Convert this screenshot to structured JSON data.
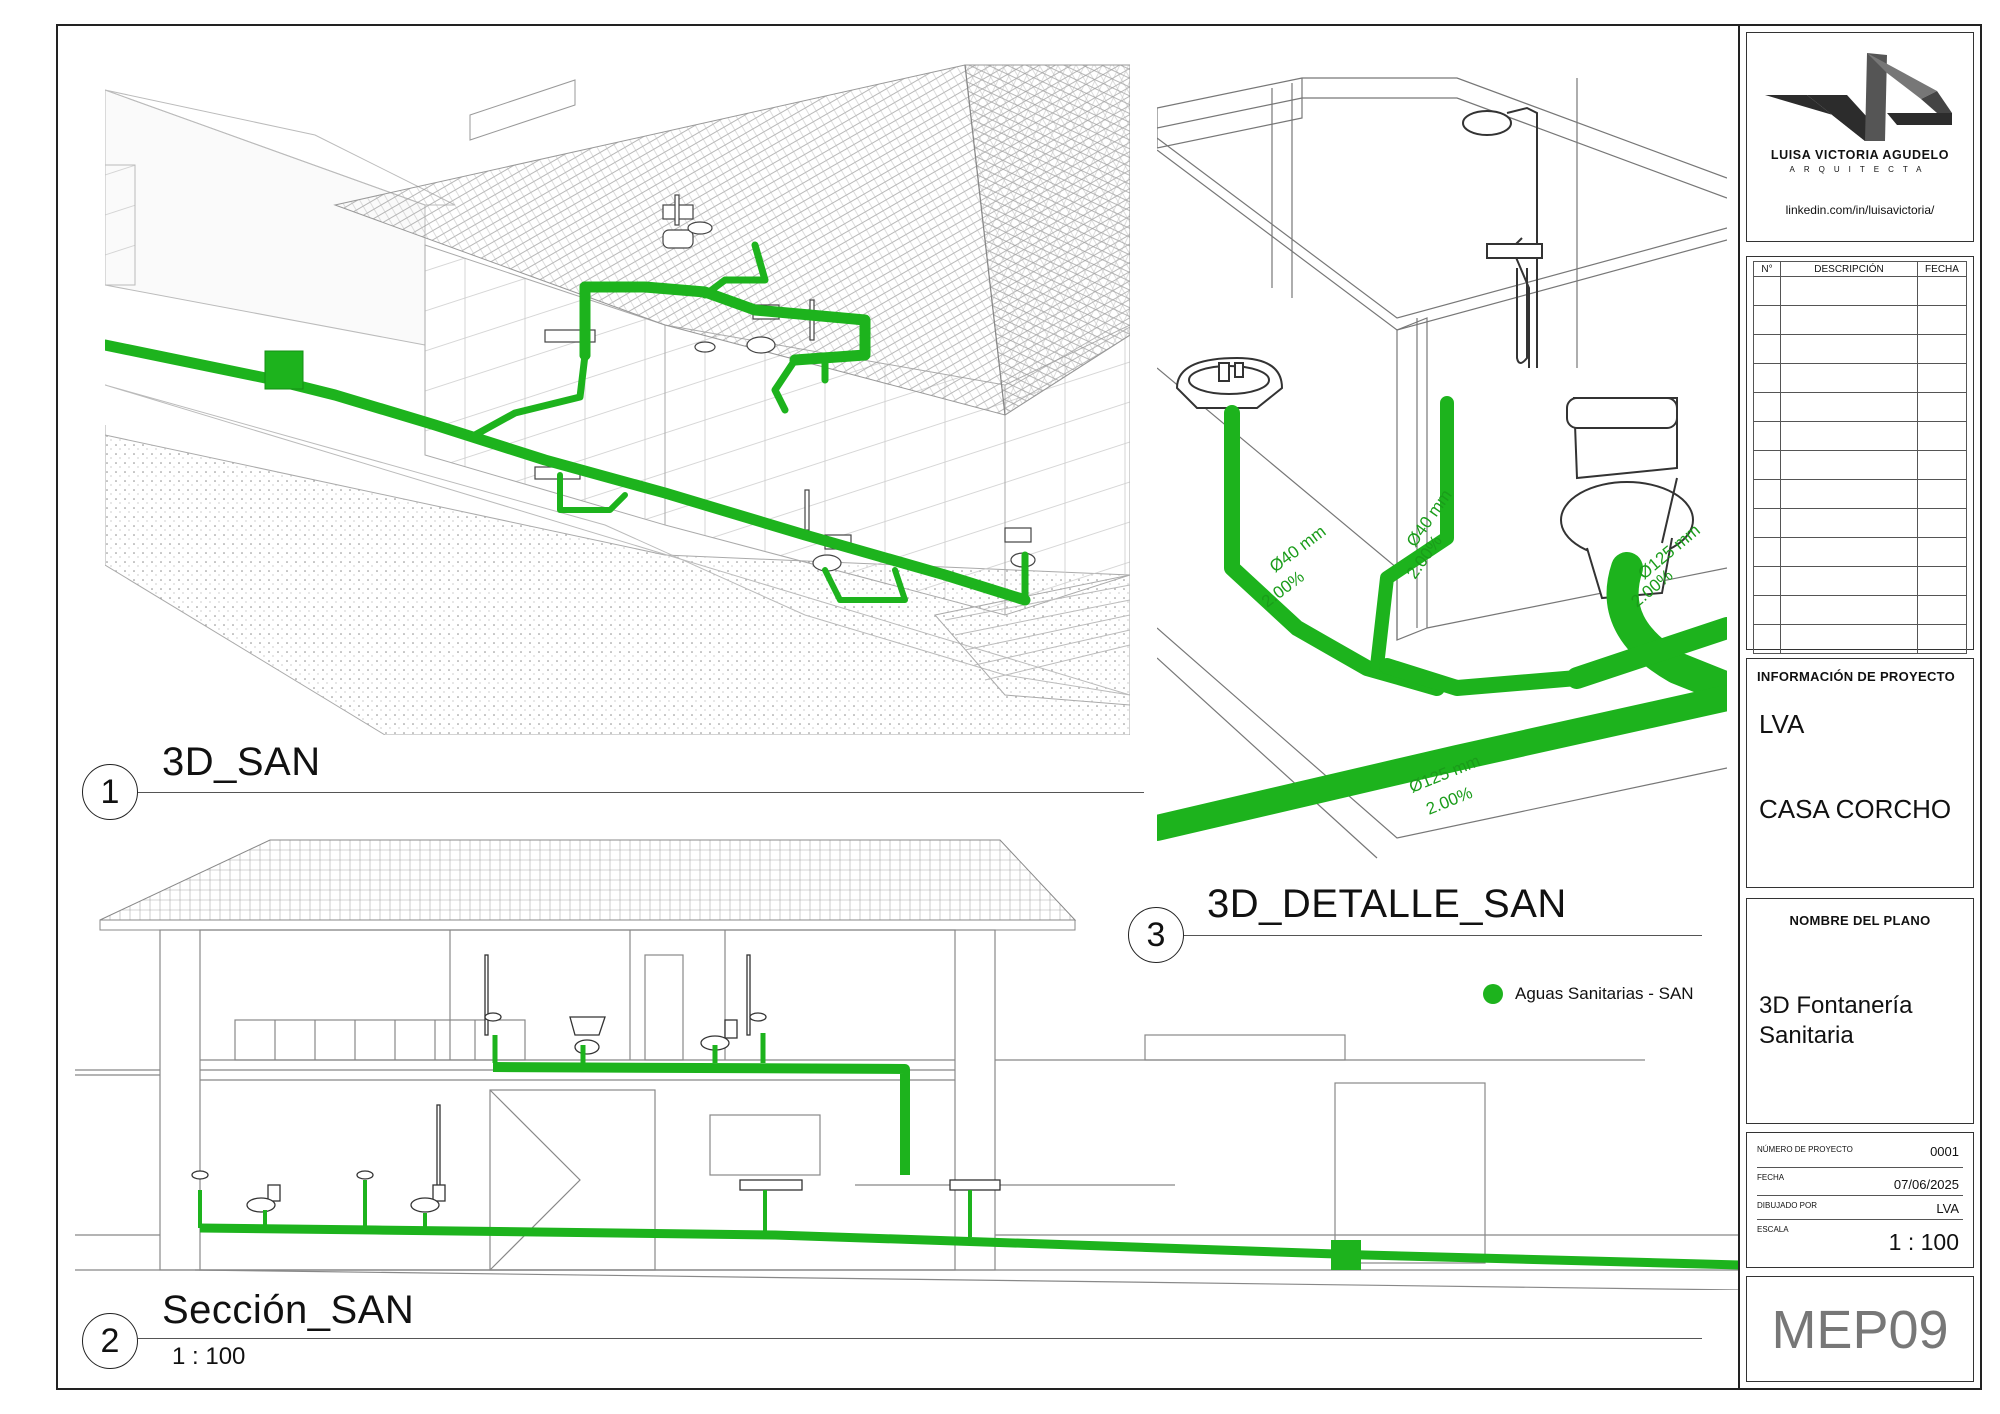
{
  "views": [
    {
      "number": "1",
      "title": "3D_SAN",
      "scale": ""
    },
    {
      "number": "2",
      "title": "Sección_SAN",
      "scale": "1 : 100"
    },
    {
      "number": "3",
      "title": "3D_DETALLE_SAN",
      "scale": ""
    }
  ],
  "legend": {
    "label": "Aguas Sanitarias - SAN",
    "color": "#1db31d"
  },
  "detail_labels": [
    {
      "diameter": "Ø40 mm",
      "slope": "2.00%"
    },
    {
      "diameter": "Ø40 mm",
      "slope": "2.00%"
    },
    {
      "diameter": "Ø125 mm",
      "slope": "2.00%"
    },
    {
      "diameter": "Ø125 mm",
      "slope": "2.00%"
    }
  ],
  "titleblock": {
    "logo_name": "LUISA VICTORIA AGUDELO",
    "logo_sub": "ARQUITECTA",
    "link": "linkedin.com/in/luisavictoria/",
    "revisions_header": {
      "num": "N°",
      "desc": "DESCRIPCIÓN",
      "date": "FECHA"
    },
    "project_info_label": "INFORMACIÓN DE PROYECTO",
    "client": "LVA",
    "project_name": "CASA CORCHO",
    "drawing_name_label": "NOMBRE DEL PLANO",
    "drawing_name": "3D Fontanería Sanitaria",
    "project_number_label": "NÚMERO DE PROYECTO",
    "project_number": "0001",
    "date_label": "FECHA",
    "date": "07/06/2025",
    "drawn_by_label": "DIBUJADO POR",
    "drawn_by": "LVA",
    "scale_label": "ESCALA",
    "scale": "1 : 100",
    "sheet_number": "MEP09"
  }
}
